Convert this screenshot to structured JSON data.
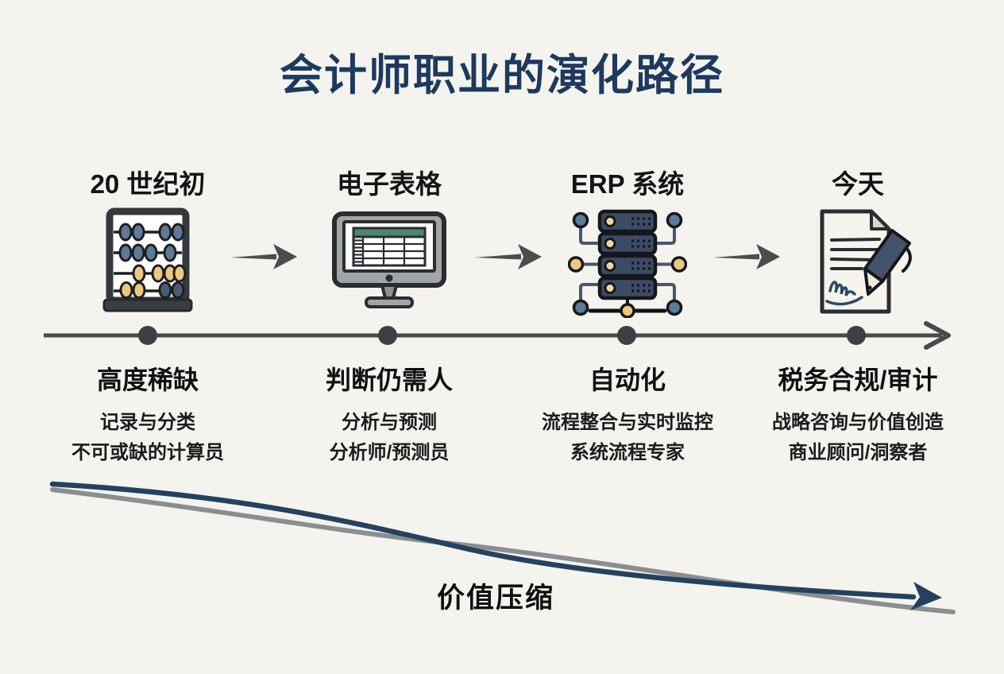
{
  "title": "会计师职业的演化路径",
  "stages": [
    {
      "period": "20 世纪初",
      "icon": "abacus-icon",
      "role": "高度稀缺",
      "desc_line1": "记录与分类",
      "desc_line2": "不可或缺的计算员"
    },
    {
      "period": "电子表格",
      "icon": "monitor-spreadsheet-icon",
      "role": "判断仍需人",
      "desc_line1": "分析与预测",
      "desc_line2": "分析师/预测员"
    },
    {
      "period": "ERP 系统",
      "icon": "erp-server-icon",
      "role": "自动化",
      "desc_line1": "流程整合与实时监控",
      "desc_line2": "系统流程专家"
    },
    {
      "period": "今天",
      "icon": "document-signature-icon",
      "role": "税务合规/审计",
      "desc_line1": "战略咨询与价值创造",
      "desc_line2": "商业顾问/洞察者"
    }
  ],
  "timeline": {
    "direction": "left-to-right",
    "marker_count": 4
  },
  "bottom_curves": {
    "label": "价值压缩",
    "navy_color": "#24425f",
    "gray_color": "#8b8e90"
  },
  "colors": {
    "background": "#f5f3ee",
    "title": "#1d3a5e",
    "text": "#141414",
    "timeline": "#47494b",
    "bead_blue": "#5d7a96",
    "bead_yellow": "#eac97f",
    "server_navy": "#3d4a63",
    "spreadsheet_green": "#4e8570"
  }
}
